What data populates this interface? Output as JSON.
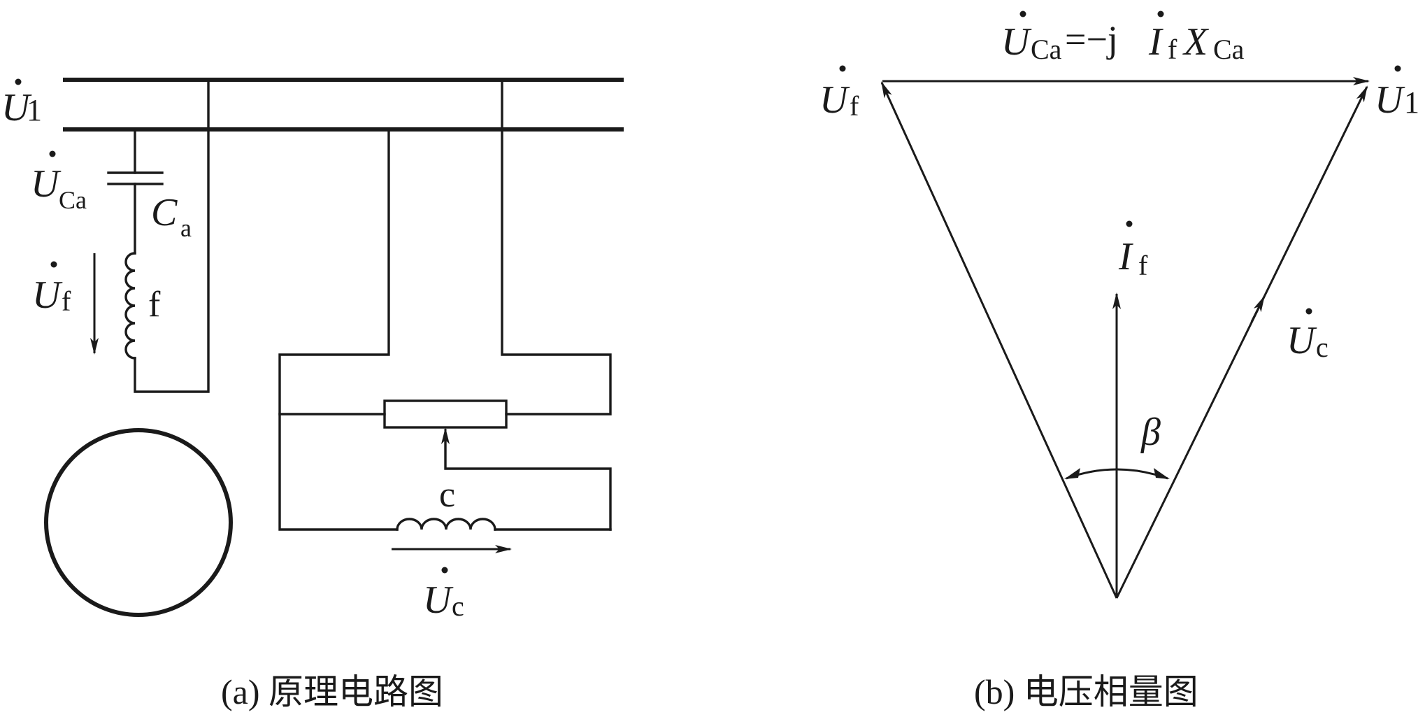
{
  "circuit": {
    "caption": "(a) 原理电路图",
    "bus_label": {
      "symbol": "U",
      "sub": "1"
    },
    "cap_voltage_label": {
      "symbol": "U",
      "sub": "Ca"
    },
    "cap_name": {
      "symbol": "C",
      "sub": "a"
    },
    "coil_f_voltage_label": {
      "symbol": "U",
      "sub": "f"
    },
    "coil_f_name": "f",
    "coil_c_name": "c",
    "coil_c_voltage_label": {
      "symbol": "U",
      "sub": "c"
    }
  },
  "phasor": {
    "caption": "(b) 电压相量图",
    "top_equation": {
      "lhs_symbol": "U",
      "lhs_sub": "Ca",
      "op": "=−j",
      "current_symbol": "I",
      "current_sub": "f",
      "reactance_symbol": "X",
      "reactance_sub": "Ca"
    },
    "label_uf": {
      "symbol": "U",
      "sub": "f"
    },
    "label_u1": {
      "symbol": "U",
      "sub": "1"
    },
    "label_if": {
      "symbol": "I",
      "sub": "f"
    },
    "label_uc": {
      "symbol": "U",
      "sub": "c"
    },
    "angle_label": "β"
  }
}
